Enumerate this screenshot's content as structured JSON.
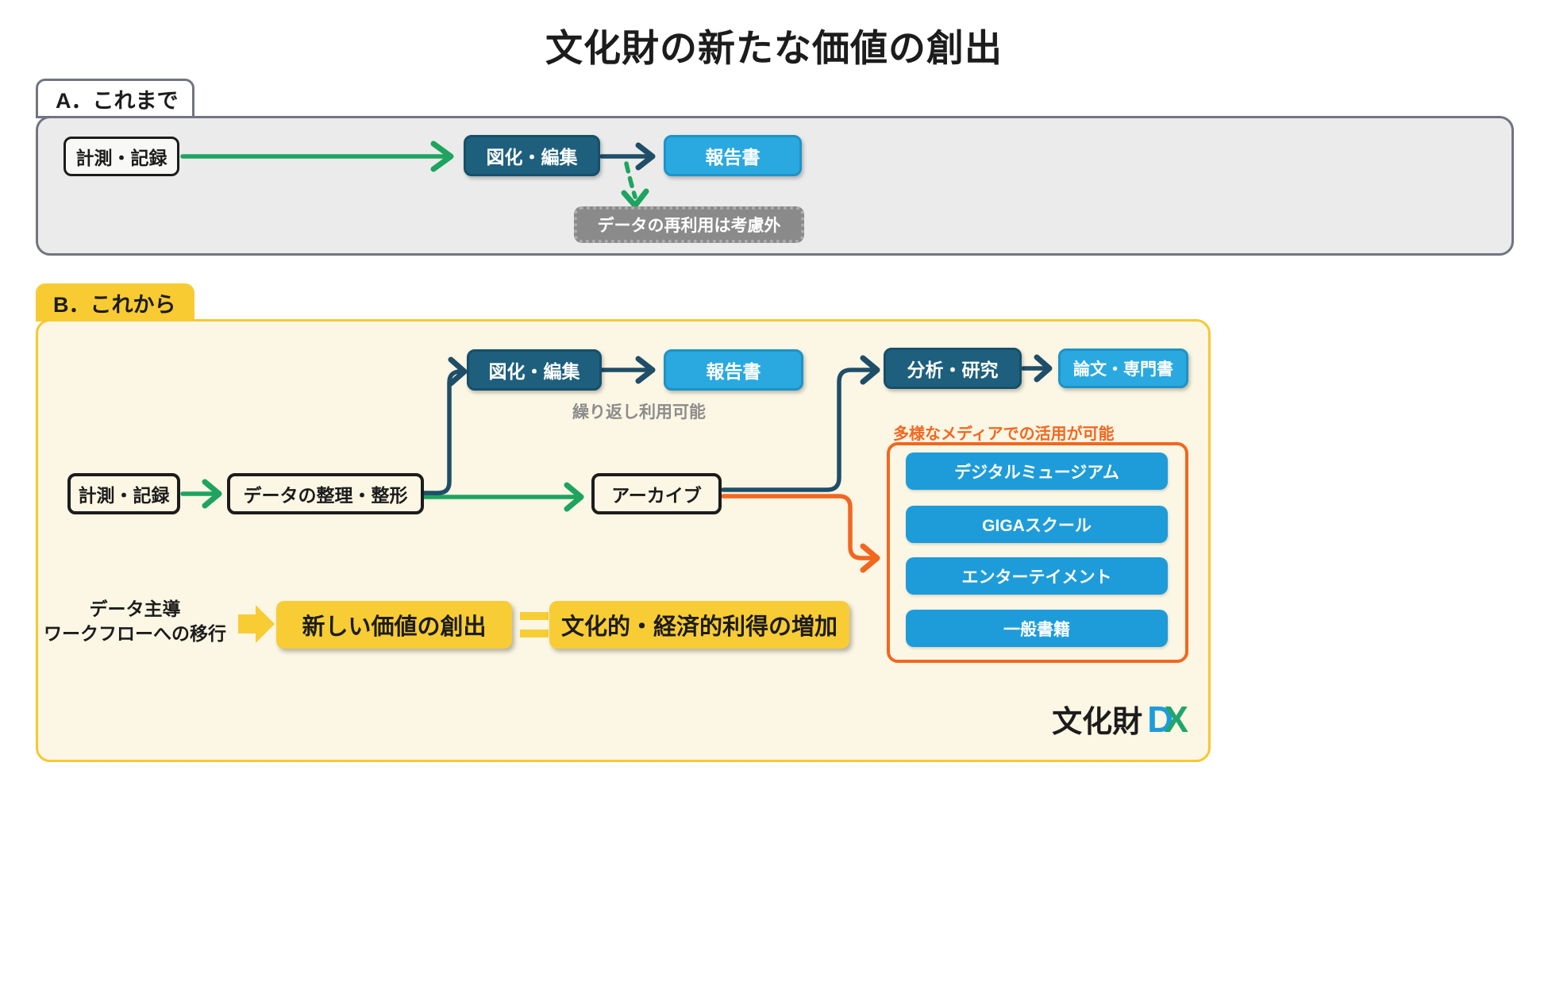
{
  "title": "文化財の新たな価値の創出",
  "colors": {
    "green_arrow": "#1EA45F",
    "navy_arrow": "#1F4E68",
    "teal_box": "#1E5F7E",
    "light_blue_box": "#29A9E0",
    "media_blue": "#1E9CD9",
    "yellow": "#F8CC35",
    "cream_bg": "#FCF6E4",
    "orange": "#F2671F",
    "grey_note": "#8A8A8A",
    "section_a_bg": "#EBEBEB",
    "section_a_border": "#71757F"
  },
  "section_a": {
    "tab_label": "A．これまで",
    "nodes": {
      "measure": "計測・記録",
      "visualize": "図化・編集",
      "report": "報告書",
      "note": "データの再利用は考慮外"
    }
  },
  "section_b": {
    "tab_label": "B．これから",
    "nodes": {
      "measure": "計測・記録",
      "organize": "データの整理・整形",
      "visualize": "図化・編集",
      "report": "報告書",
      "reuse_note": "繰り返し利用可能",
      "archive": "アーカイブ",
      "analysis": "分析・研究",
      "papers": "論文・専門書"
    },
    "media": {
      "title": "多様なメディアでの活用が可能",
      "items": [
        "デジタルミュージアム",
        "GIGAスクール",
        "エンターテイメント",
        "一般書籍"
      ]
    },
    "bottom": {
      "shift_line1": "データ主導",
      "shift_line2": "ワークフローへの移行",
      "new_value": "新しい価値の創出",
      "gain": "文化的・経済的利得の増加"
    },
    "logo": {
      "name": "文化財",
      "d": "D",
      "x": "X"
    }
  }
}
